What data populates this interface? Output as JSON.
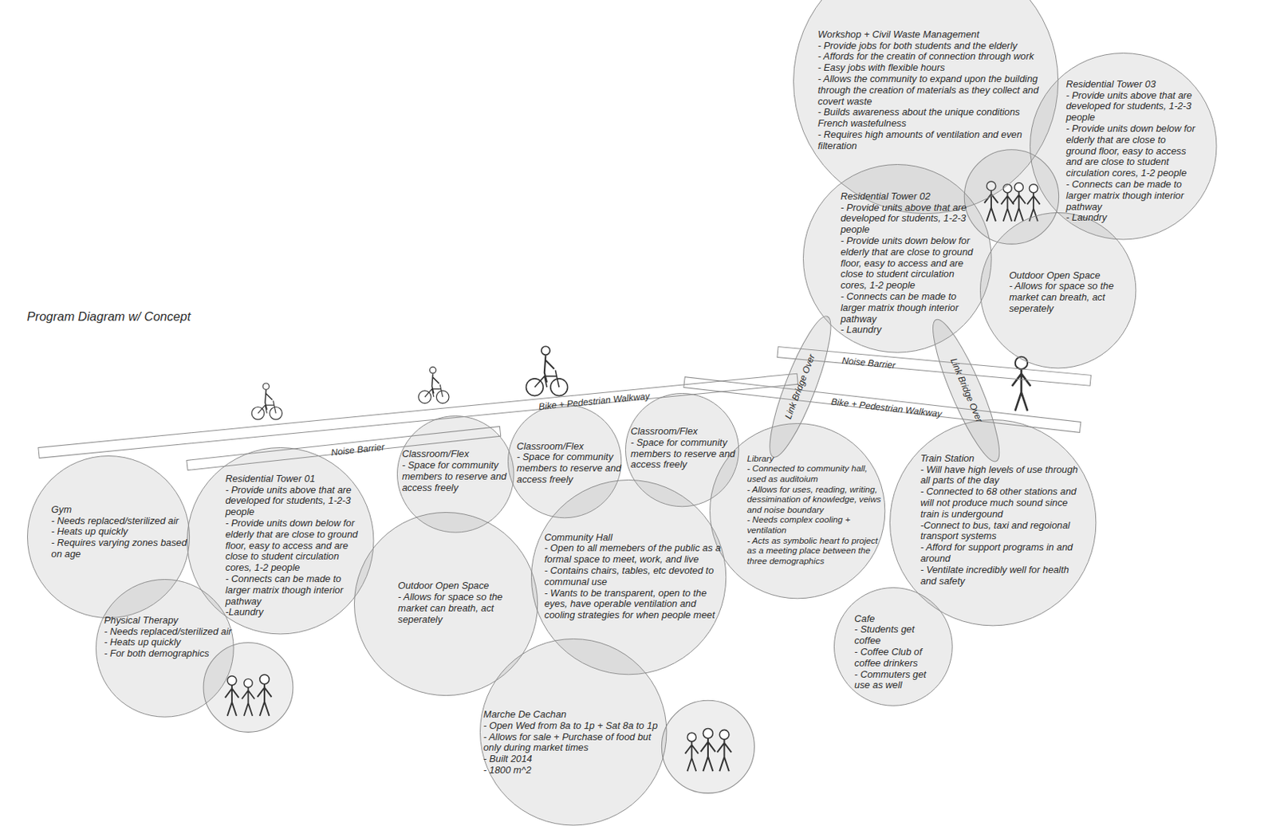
{
  "diagram": {
    "title": "Program Diagram w/ Concept",
    "nodes": [
      {
        "text": [
          "Workshop + Civil Waste Management",
          "- Provide jobs for both students and the elderly",
          "- Affords for the creatin of connection through work",
          "- Easy jobs with flexible hours",
          "- Allows the community to expand upon the building through the creation of materials as they collect and covert waste",
          "- Builds awareness about the unique conditions French wastefulness",
          "- Requires high amounts of ventilation and even filteration"
        ]
      },
      {
        "text": [
          "Residential Tower 03",
          "- Provide units above that are developed for students, 1-2-3 people",
          "- Provide units down below for elderly that are close to ground floor, easy to access and are close to student circulation cores, 1-2 people",
          "- Connects can be made to larger matrix though interior pathway",
          "- Laundry"
        ]
      },
      {
        "text": [
          "Residential Tower 02",
          "- Provide units above that are developed for students, 1-2-3 people",
          "- Provide units down below for elderly that are close to ground floor, easy to access and are close to student circulation cores, 1-2 people",
          "- Connects can be made to larger matrix though interior pathway",
          "- Laundry"
        ]
      },
      {
        "text": [
          "Outdoor Open Space",
          "- Allows for space so the market can breath, act seperately"
        ]
      },
      {
        "text": [
          "Gym",
          "- Needs replaced/sterilized air",
          "- Heats up quickly",
          "- Requires varying zones based on age"
        ]
      },
      {
        "text": [
          "Residential Tower 01",
          "- Provide units above that are developed for students, 1-2-3 people",
          "- Provide units down below for elderly that are close to ground floor, easy to access and are close to student circulation cores, 1-2 people",
          "- Connects can be made to larger matrix though interior pathway",
          "-Laundry"
        ]
      },
      {
        "text": [
          "Physical Therapy",
          "- Needs replaced/sterilized air",
          "- Heats up quickly",
          "- For both demographics"
        ]
      },
      {
        "text": [
          "Classroom/Flex",
          "- Space for community members to reserve and access freely"
        ]
      },
      {
        "text": [
          "Classroom/Flex",
          "- Space for community members to reserve and access freely"
        ]
      },
      {
        "text": [
          "Classroom/Flex",
          "- Space for community members to reserve and access freely"
        ]
      },
      {
        "text": [
          "Outdoor Open Space",
          "- Allows for space so the market can breath, act seperately"
        ]
      },
      {
        "text": [
          "Community Hall",
          "- Open to all memebers of the public as a formal space to meet, work, and live",
          "- Contains chairs, tables, etc devoted to communal use",
          "- Wants to be transparent, open to the eyes, have operable ventilation and cooling strategies for when people meet"
        ]
      },
      {
        "text": [
          "Library",
          "- Connected to community hall, used as auditoium",
          "- Allows for uses, reading, writing, dessimination of knowledge, veiws and noise boundary",
          "- Needs complex cooling + ventilation",
          "- Acts as symbolic heart fo project as a meeting place between the three demographics"
        ]
      },
      {
        "text": [
          "Train Station",
          "- Will have high levels of use through all parts of the day",
          "- Connected to 68 other stations and will not produce much sound since train is undergound",
          "-Connect to bus, taxi and regoional transport systems",
          "- Afford for support programs in and around",
          "- Ventilate incredibly well for health and safety"
        ]
      },
      {
        "text": [
          "Cafe",
          "- Students get coffee",
          "- Coffee Club of coffee drinkers",
          "- Commuters get use as well"
        ]
      },
      {
        "text": [
          "Marche De Cachan",
          "- Open Wed from 8a to 1p + Sat 8a to 1p",
          "- Allows for sale + Purchase of food but only during market times",
          "- Built 2014",
          "- 1800 m^2"
        ]
      },
      {
        "text": [
          "Noise Barrier"
        ]
      },
      {
        "text": [
          "Bike + Pedestrian Walkway"
        ]
      },
      {
        "text": [
          "Link Bridge Over"
        ]
      },
      {
        "text": [
          "Link Bridge Over"
        ]
      },
      {
        "text": [
          "Bike + Pedestrian Walkway"
        ]
      },
      {
        "text": [
          "Noise Barrier"
        ]
      }
    ]
  }
}
